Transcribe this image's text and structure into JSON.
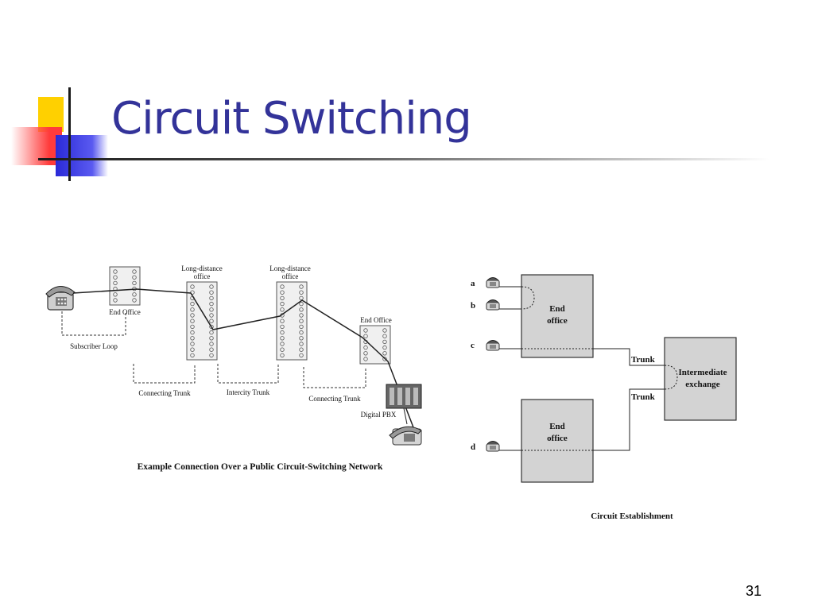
{
  "slide": {
    "title": "Circuit Switching",
    "page_number": "31"
  },
  "left_diagram": {
    "caption": "Example Connection Over a Public Circuit-Switching Network",
    "labels": {
      "end_office_1": "End Office",
      "ld_office_1": [
        "Long-distance",
        "office"
      ],
      "ld_office_2": [
        "Long-distance",
        "office"
      ],
      "end_office_2": "End Office",
      "subscriber_loop": "Subscriber Loop",
      "connecting_trunk_1": "Connecting Trunk",
      "intercity_trunk": "Intercity Trunk",
      "connecting_trunk_2": "Connecting Trunk",
      "digital_pbx": "Digital PBX"
    }
  },
  "right_diagram": {
    "caption": "Circuit Establishment",
    "phones": [
      "a",
      "b",
      "c",
      "d"
    ],
    "end_office_top": [
      "End",
      "office"
    ],
    "end_office_bottom": [
      "End",
      "office"
    ],
    "intermediate": [
      "Intermediate",
      "exchange"
    ],
    "trunk_top": "Trunk",
    "trunk_bottom": "Trunk"
  }
}
